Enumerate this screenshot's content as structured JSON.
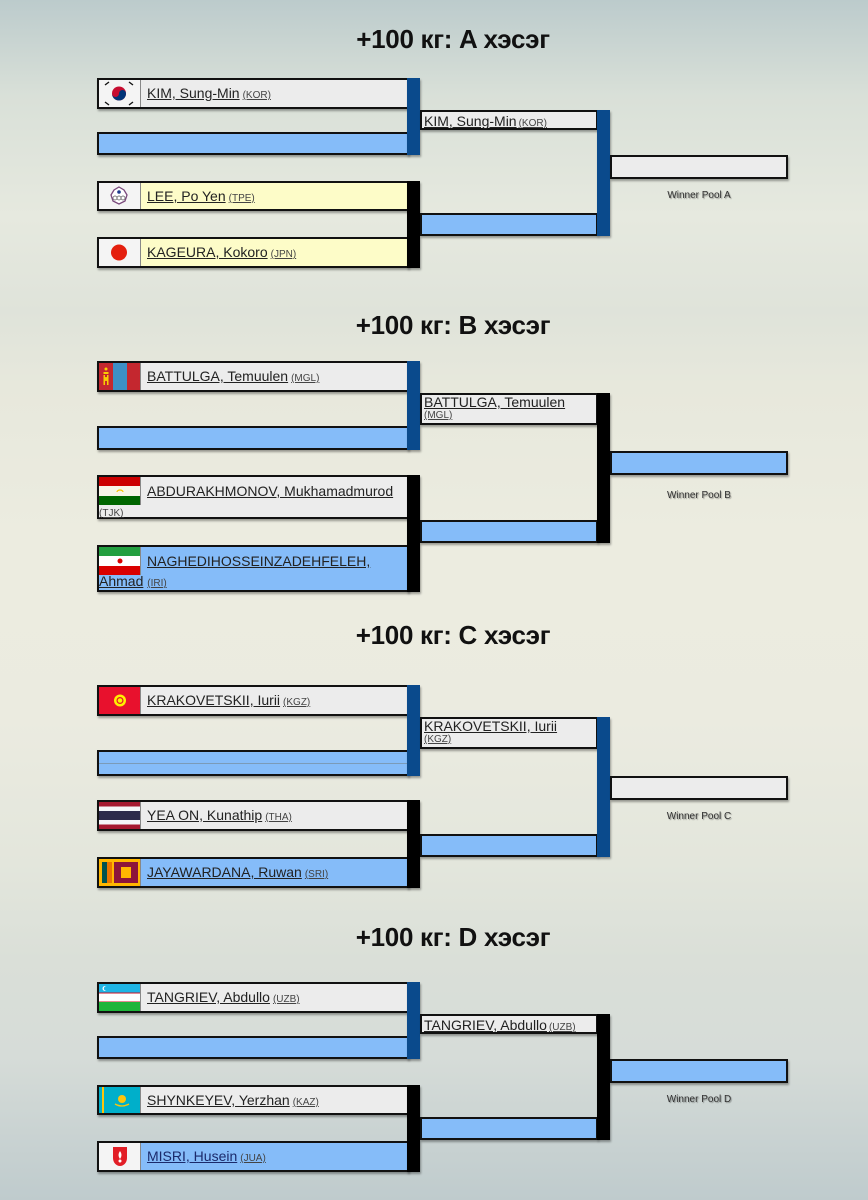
{
  "colors": {
    "loser_bar": "#000000",
    "winner_bar": "#0a4a8c",
    "slot_blue": "#85bcf9",
    "slot_grey": "#ececec",
    "slot_yellow": "#fdfcc8"
  },
  "pools": [
    {
      "title": "+100 кг: A хэсэг",
      "round1": [
        {
          "name": "KIM, Sung-Min",
          "code": "(KOR)",
          "flag": "korea-flag-icon"
        },
        {
          "name": "",
          "code": ""
        },
        {
          "name": "LEE, Po Yen",
          "code": "(TPE)",
          "flag": "chinese-taipei-flag-icon"
        },
        {
          "name": "KAGEURA, Kokoro",
          "code": "(JPN)",
          "flag": "japan-flag-icon"
        }
      ],
      "round2": [
        {
          "name": "KIM, Sung-Min",
          "code": "(KOR)"
        },
        {
          "name": "",
          "code": ""
        }
      ],
      "winner_label": "Winner Pool A"
    },
    {
      "title": "+100 кг: B хэсэг",
      "round1": [
        {
          "name": "BATTULGA, Temuulen",
          "code": "(MGL)",
          "flag": "mongolia-flag-icon"
        },
        {
          "name": "",
          "code": ""
        },
        {
          "name": "ABDURAKHMONOV, Mukhamadmurod",
          "code": "(TJK)",
          "flag": "tajikistan-flag-icon"
        },
        {
          "name": "NAGHEDIHOSSEINZADEHFELEH, Ahmad",
          "code": "(IRI)",
          "flag": "iran-flag-icon"
        }
      ],
      "round2": [
        {
          "name": "BATTULGA, Temuulen",
          "code": "(MGL)"
        },
        {
          "name": "",
          "code": ""
        }
      ],
      "winner_label": "Winner Pool B"
    },
    {
      "title": "+100 кг: C хэсэг",
      "round1": [
        {
          "name": "KRAKOVETSKII, Iurii",
          "code": "(KGZ)",
          "flag": "kyrgyzstan-flag-icon"
        },
        {
          "name": "",
          "code": ""
        },
        {
          "name": "YEA ON, Kunathip",
          "code": "(THA)",
          "flag": "thailand-flag-icon"
        },
        {
          "name": "JAYAWARDANA, Ruwan",
          "code": "(SRI)",
          "flag": "sri-lanka-flag-icon"
        }
      ],
      "round2": [
        {
          "name": "KRAKOVETSKII, Iurii",
          "code": "(KGZ)"
        },
        {
          "name": "",
          "code": ""
        }
      ],
      "winner_label": "Winner Pool C"
    },
    {
      "title": "+100 кг: D хэсэг",
      "round1": [
        {
          "name": "TANGRIEV, Abdullo",
          "code": "(UZB)",
          "flag": "uzbekistan-flag-icon"
        },
        {
          "name": "",
          "code": ""
        },
        {
          "name": "SHYNKEYEV, Yerzhan",
          "code": "(KAZ)",
          "flag": "kazakhstan-flag-icon"
        },
        {
          "name": "MISRI, Husein",
          "code": "(JUA)",
          "flag": "jua-emblem-icon"
        }
      ],
      "round2": [
        {
          "name": "TANGRIEV, Abdullo",
          "code": "(UZB)"
        },
        {
          "name": "",
          "code": ""
        }
      ],
      "winner_label": "Winner Pool D"
    }
  ]
}
